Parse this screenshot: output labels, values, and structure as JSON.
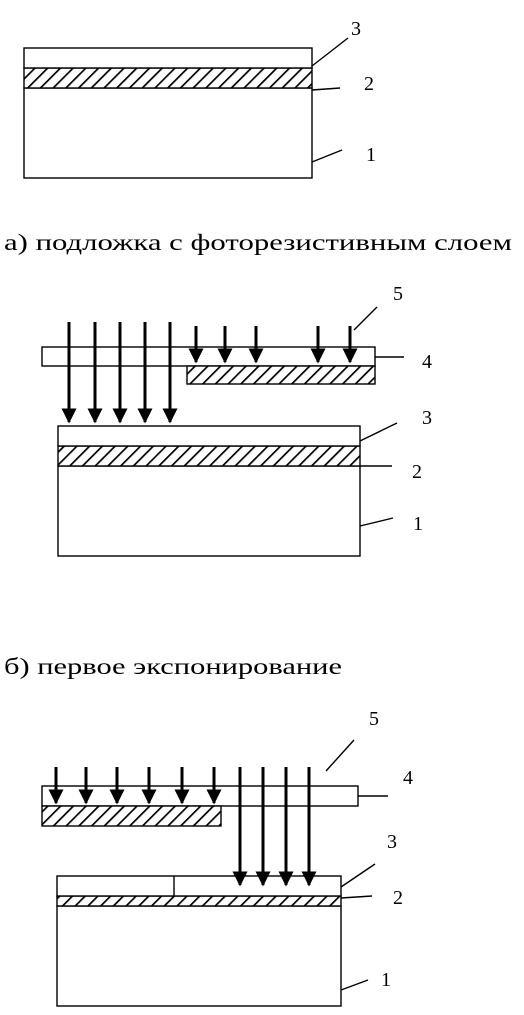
{
  "panel_a": {
    "caption": "а) подложка с фоторезистивным слоем",
    "labels": [
      "1",
      "2",
      "3"
    ]
  },
  "panel_b": {
    "caption": "б) первое экспонирование",
    "labels": [
      "1",
      "2",
      "3",
      "4",
      "5"
    ]
  },
  "panel_c": {
    "labels": [
      "1",
      "2",
      "3",
      "4",
      "5"
    ]
  }
}
